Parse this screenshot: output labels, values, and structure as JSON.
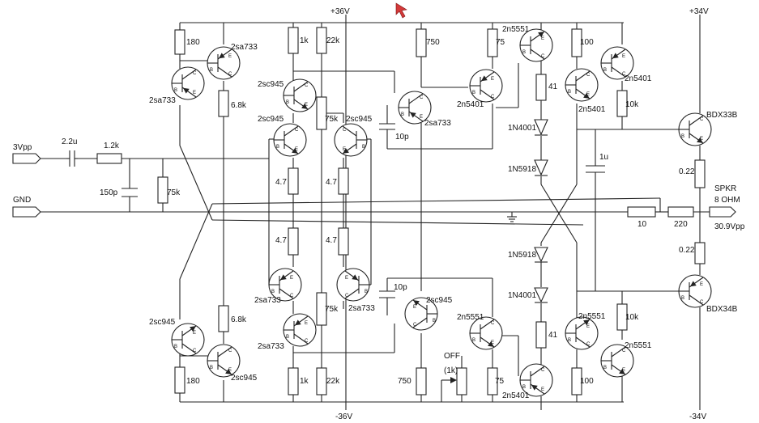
{
  "rails": {
    "pos_small": "+36V",
    "neg_small": "-36V",
    "pos_big": "+34V",
    "neg_big": "-34V"
  },
  "ports": {
    "input": "3Vpp",
    "ground": "GND",
    "speaker": "SPKR",
    "speaker_impedance": "8 OHM",
    "output_swing": "30.9Vpp"
  },
  "input_stage": {
    "cap_in": "2.2u",
    "r_in": "1.2k",
    "cap_shunt": "150p",
    "r_shunt": "75k"
  },
  "resistors": {
    "r180": "180",
    "r6k8": "6.8k",
    "r1k": "1k",
    "r22k": "22k",
    "r75k": "75k",
    "r4k7": "4.7",
    "r750": "750",
    "r75": "75",
    "r100": "100",
    "r10k": "10k",
    "r41": "41",
    "r022": "0.22",
    "r10": "10",
    "r220": "220",
    "pot": "(1k)"
  },
  "capacitors": {
    "comp": "10p",
    "boot": "1u"
  },
  "diodes": {
    "d1": "1N4001",
    "d2": "1N5918"
  },
  "transistors": {
    "sa733": "2sa733",
    "sc945": "2sc945",
    "n5551": "2n5551",
    "n5401": "2n5401",
    "bdx33": "BDX33B",
    "bdx34": "BDX34B"
  },
  "switch_label": "OFF",
  "pins": {
    "c": "C",
    "b": "B",
    "e": "E"
  }
}
